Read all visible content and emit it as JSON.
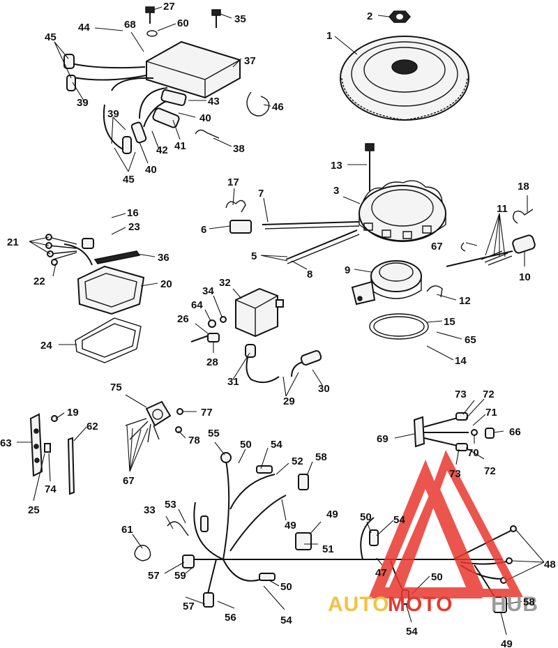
{
  "callouts": {
    "c1": "1",
    "c2": "2",
    "c3": "3",
    "c5": "5",
    "c6": "6",
    "c7": "7",
    "c8": "8",
    "c9": "9",
    "c10": "10",
    "c11": "11",
    "c12": "12",
    "c13": "13",
    "c14": "14",
    "c15": "15",
    "c16": "16",
    "c17": "17",
    "c18": "18",
    "c19": "19",
    "c20": "20",
    "c21": "21",
    "c22": "22",
    "c23": "23",
    "c24": "24",
    "c25": "25",
    "c26": "26",
    "c27": "27",
    "c28": "28",
    "c29": "29",
    "c30": "30",
    "c31": "31",
    "c32": "32",
    "c33": "33",
    "c34": "34",
    "c35": "35",
    "c36": "36",
    "c37": "37",
    "c38": "38",
    "c39a": "39",
    "c39b": "39",
    "c40a": "40",
    "c40b": "40",
    "c41": "41",
    "c42": "42",
    "c43": "43",
    "c44": "44",
    "c45a": "45",
    "c45b": "45",
    "c46": "46",
    "c47": "47",
    "c48": "48",
    "c49a": "49",
    "c49b": "49",
    "c49c": "49",
    "c50a": "50",
    "c50b": "50",
    "c50c": "50",
    "c50d": "50",
    "c51": "51",
    "c52": "52",
    "c53": "53",
    "c54a": "54",
    "c54b": "54",
    "c54c": "54",
    "c54d": "54",
    "c55": "55",
    "c56": "56",
    "c57a": "57",
    "c57b": "57",
    "c58a": "58",
    "c58b": "58",
    "c59": "59",
    "c60": "60",
    "c61": "61",
    "c62": "62",
    "c63": "63",
    "c64": "64",
    "c65": "65",
    "c66": "66",
    "c67a": "67",
    "c67b": "67",
    "c68": "68",
    "c69": "69",
    "c70": "70",
    "c71": "71",
    "c72a": "72",
    "c72b": "72",
    "c73a": "73",
    "c73b": "73",
    "c74": "74",
    "c75": "75",
    "c77": "77",
    "c78": "78"
  },
  "watermark": {
    "part1": "AUTO",
    "part2": "MOTO",
    "part3": "HUB",
    "color_red": "#e8382f",
    "color_gold": "#f3c23f",
    "color_gray": "#9a9a9a"
  }
}
